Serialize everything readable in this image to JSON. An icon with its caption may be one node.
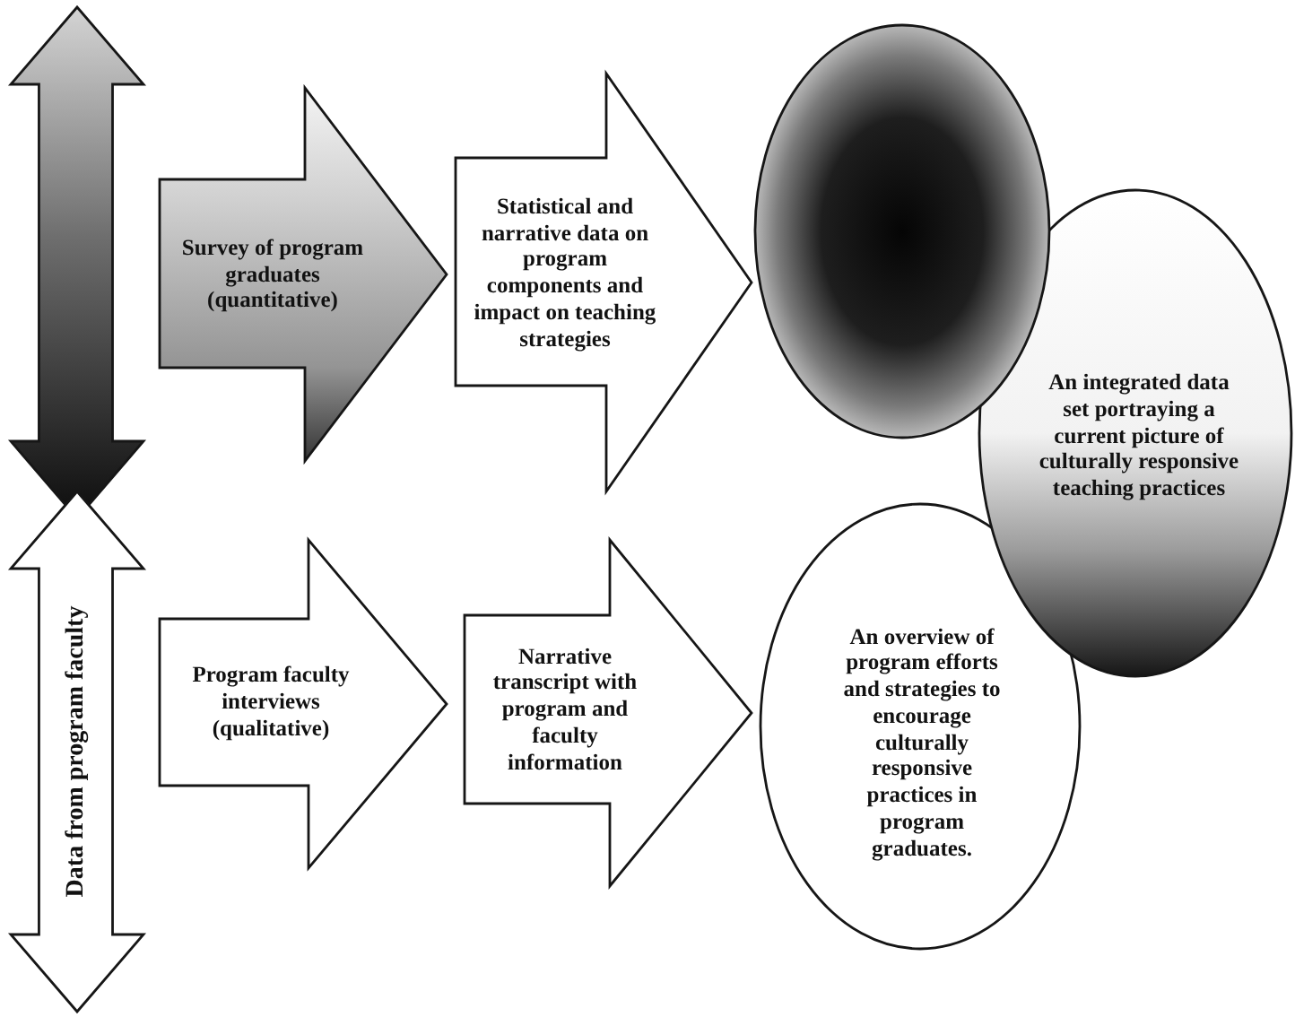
{
  "diagram": {
    "nodes": [
      {
        "text": [],
        "shape": "arrow"
      },
      {
        "text": [
          "Survey of program graduates (quantitative)"
        ]
      },
      {
        "text": [
          "Statistical and narrative data on program components and impact on teaching strategies"
        ]
      },
      {
        "text": [],
        "shape": "ellipse"
      },
      {
        "text": [
          "An integrated data set portraying a current picture of culturally responsive teaching practices"
        ]
      },
      {
        "text": [
          "Data from program faculty"
        ]
      },
      {
        "text": [
          "Program faculty interviews (qualitative)"
        ]
      },
      {
        "text": [
          "Narrative transcript with program and faculty information"
        ]
      },
      {
        "text": [
          "An overview of program efforts and strategies to encourage culturally responsive practices in program graduates."
        ]
      }
    ]
  }
}
